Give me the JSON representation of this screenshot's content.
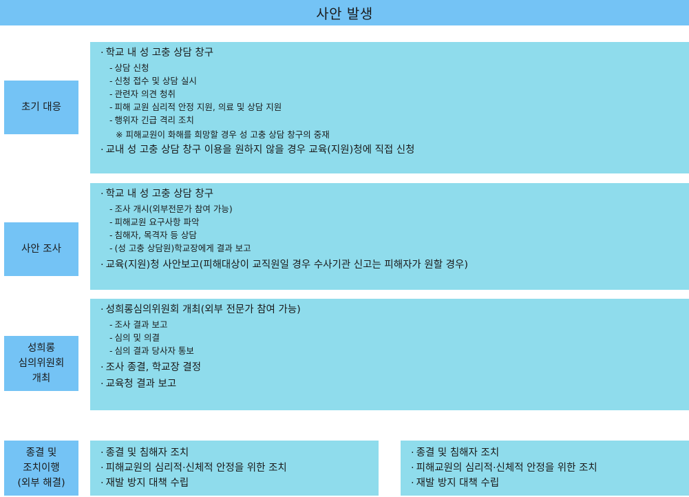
{
  "header": {
    "title": "사안 발생"
  },
  "sections": [
    {
      "label": "초기 대응",
      "items": [
        {
          "text": "학교 내 성 고충 상담 창구",
          "subs": [
            "상담 신청",
            "신청 접수 및 상담 실시",
            "관련자 의견 청취",
            "피해 교원 심리적 안정 지원, 의료 및 상담 지원",
            "행위자 긴급 격리 조치"
          ],
          "note": "※ 피해교원이 화해를 희망할 경우 성 고충 상담 창구의 중재"
        },
        {
          "text": "교내 성 고충 상담 창구 이용을 원하지 않을 경우 교육(지원)청에 직접 신청"
        }
      ]
    },
    {
      "label": "사안 조사",
      "items": [
        {
          "text": "학교 내 성 고충 상담 창구",
          "subs": [
            "조사 개시(외부전문가 참여 가능)",
            "피해교원 요구사항 파악",
            "침해자, 목격자 등 상담",
            "(성 고충 상담원)학교장에게 결과 보고"
          ]
        },
        {
          "text": "교육(지원)청 사안보고(피해대상이 교직원일 경우 수사기관 신고는 피해자가 원할 경우)"
        }
      ]
    },
    {
      "label": "성희롱\n심의위원회\n개최",
      "items": [
        {
          "text": "성희롱심의위원회 개최(외부 전문가 참여 가능)",
          "subs": [
            "조사 결과 보고",
            "심의 및 의결",
            "심의 결과 당사자 통보"
          ]
        },
        {
          "text": "조사 종결, 학교장 결정"
        },
        {
          "text": "교육청 결과 보고"
        }
      ]
    },
    {
      "label": "종결 및\n조치이행\n(외부 해결)",
      "boxes": [
        {
          "items": [
            "종결 및 침해자 조치",
            "피해교원의 심리적·신체적 안정을 위한 조치",
            "재발 방지 대책 수립"
          ]
        },
        {
          "items": [
            "종결 및 침해자 조치",
            "피해교원의 심리적·신체적 안정을 위한 조치",
            "재발 방지 대책 수립"
          ]
        }
      ]
    }
  ]
}
